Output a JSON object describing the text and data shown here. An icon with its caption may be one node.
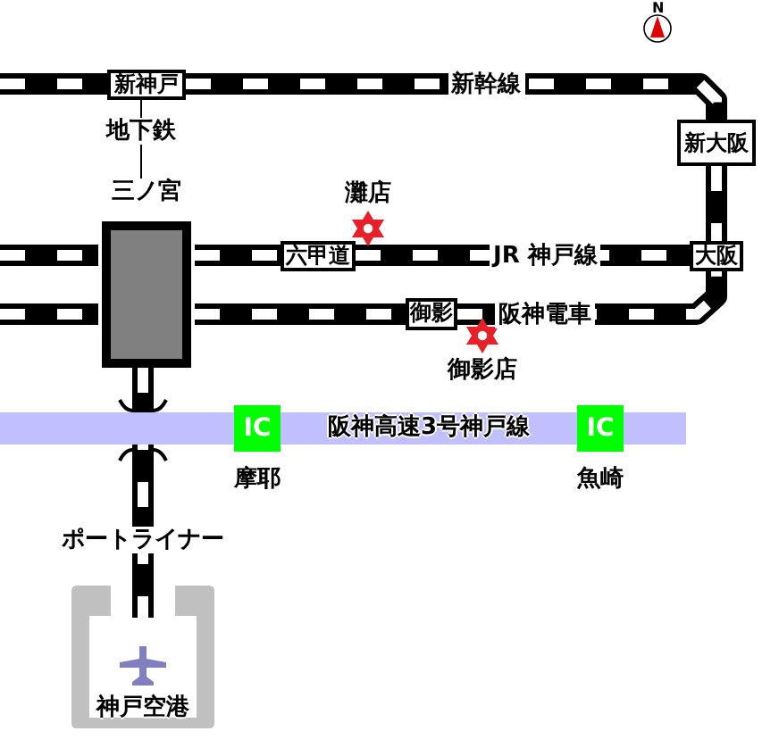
{
  "diagram": {
    "nodes": [
      {
        "text": [
          "新神戸"
        ]
      },
      {
        "text": [
          "新大阪"
        ]
      },
      {
        "text": [
          "三ノ宮"
        ]
      },
      {
        "text": [
          "灘店"
        ]
      },
      {
        "text": [
          "六甲道"
        ]
      },
      {
        "text": [
          "大阪"
        ]
      },
      {
        "text": [
          "御影"
        ]
      },
      {
        "text": [
          "御影店"
        ]
      },
      {
        "text": [
          "阪神高速3号神戸線"
        ]
      },
      {
        "text": [
          "IC"
        ],
        "in": 8,
        "beside": [
          "摩耶"
        ]
      },
      {
        "text": [
          "IC"
        ],
        "in": 8,
        "beside": [
          "魚崎"
        ]
      },
      {
        "text": [
          "神戸空港"
        ]
      }
    ],
    "edges": [
      {
        "from": 0,
        "to": 1,
        "arrow": "none",
        "label": "新幹線"
      },
      {
        "from": 0,
        "to": 2,
        "arrow": "none",
        "label": "地下鉄"
      },
      {
        "from": 2,
        "to": 4,
        "arrow": "none"
      },
      {
        "from": 4,
        "to": 5,
        "arrow": "none",
        "label": "JR 神戸線"
      },
      {
        "from": 2,
        "to": 6,
        "arrow": "none"
      },
      {
        "from": 6,
        "to": 5,
        "arrow": "none",
        "label": "阪神電車"
      },
      {
        "from": 1,
        "to": 5,
        "arrow": "none"
      },
      {
        "from": 2,
        "to": 11,
        "arrow": "none",
        "label": "ポートライナー"
      }
    ],
    "labels": [
      "N"
    ]
  }
}
